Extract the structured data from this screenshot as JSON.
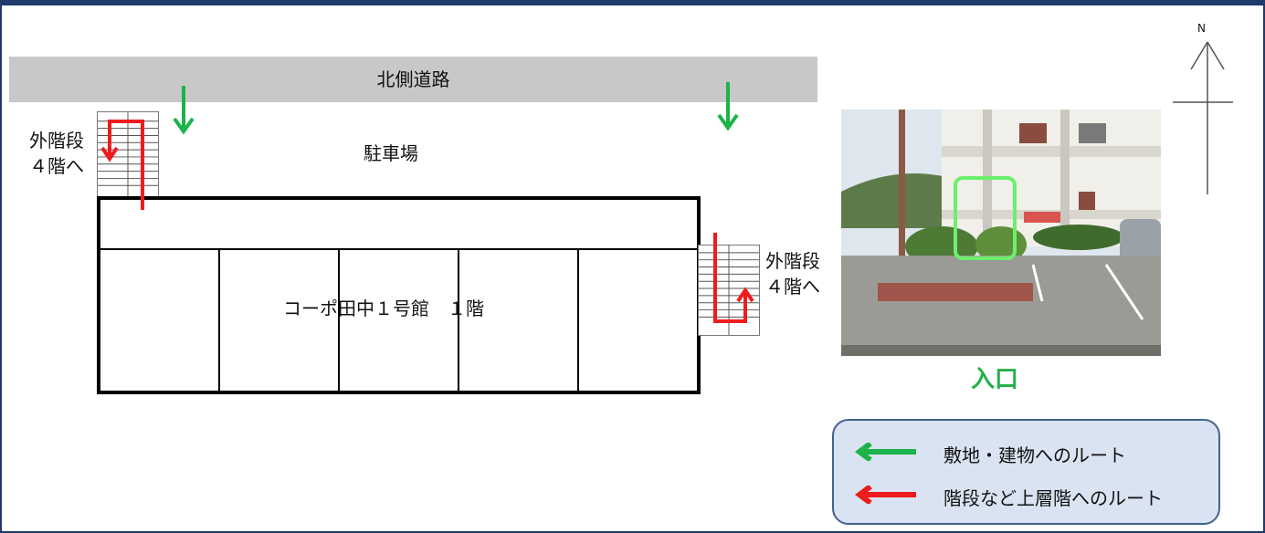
{
  "road": {
    "label": "北側道路"
  },
  "parking": {
    "label": "駐車場"
  },
  "building": {
    "label": "コーポ田中１号館　１階",
    "unit_count": 5
  },
  "stairs": {
    "left_label_line1": "外階段",
    "left_label_line2": "４階へ",
    "right_label_line1": "外階段",
    "right_label_line2": "４階へ"
  },
  "photo": {
    "caption": "入口"
  },
  "compass": {
    "label": "N"
  },
  "legend": {
    "items": [
      {
        "label": "敷地・建物へのルート",
        "color": "#1bb34a"
      },
      {
        "label": "階段など上層階へのルート",
        "color": "#ee1c1c"
      }
    ]
  },
  "colors": {
    "route_green": "#1bb34a",
    "route_red": "#ee1c1c",
    "entrance_box": "#6cf06c",
    "frame": "#1f3a6b",
    "road": "#c8c8c8",
    "legend_bg": "#d9e3f1"
  }
}
